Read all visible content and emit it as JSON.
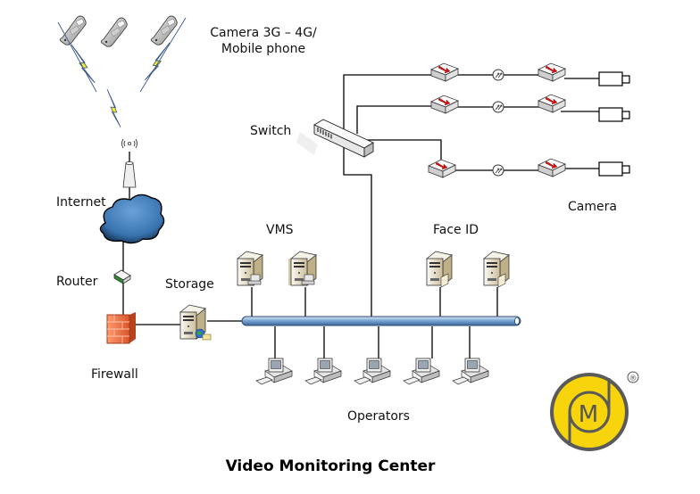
{
  "title": "Video Monitoring Center",
  "labels": {
    "mobile": [
      "Camera 3G – 4G/",
      "Mobile phone"
    ],
    "internet": "Internet",
    "router": "Router",
    "firewall": "Firewall",
    "storage": "Storage",
    "switch": "Switch",
    "vms": "VMS",
    "face_id": "Face ID",
    "camera": "Camera",
    "operators": "Operators"
  },
  "nodes": {
    "mobile_phones": 3,
    "vms_servers": 2,
    "face_id_servers": 2,
    "operator_workstations": 5,
    "camera_chains": 3
  },
  "logo": {
    "letter": "M",
    "registered": "®",
    "colors": {
      "fill": "#f7d40b",
      "ring": "#5a5a5a"
    }
  },
  "colors": {
    "bus": "#6f9fd0",
    "cloud": "#3f7ab8",
    "firewall": "#f07a50",
    "lightning": "#f2ee22",
    "media_arrow": "#d61010"
  }
}
